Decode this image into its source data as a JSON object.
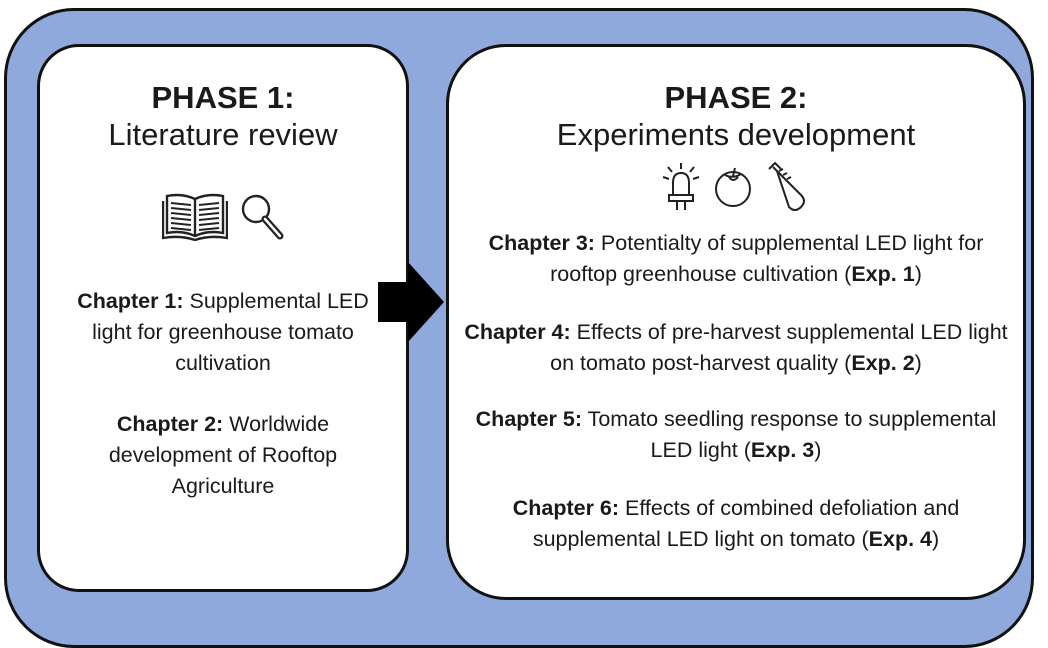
{
  "phase1": {
    "title": "PHASE 1:",
    "subtitle": "Literature review",
    "icons": [
      "book-icon",
      "magnifier-icon"
    ],
    "chapters": [
      {
        "label": "Chapter 1:",
        "text": " Supplemental LED light for greenhouse tomato cultivation"
      },
      {
        "label": "Chapter 2:",
        "text": " Worldwide development of Rooftop Agriculture"
      }
    ]
  },
  "phase2": {
    "title": "PHASE 2:",
    "subtitle": "Experiments development",
    "icons": [
      "led-bulb-icon",
      "tomato-icon",
      "test-tube-icon"
    ],
    "chapters": [
      {
        "label": "Chapter 3:",
        "text": " Potentialty of supplemental LED light for rooftop greenhouse cultivation (",
        "exp": "Exp. 1",
        "end": ")"
      },
      {
        "label": "Chapter 4:",
        "text": " Effects of pre-harvest supplemental LED light on tomato post-harvest quality (",
        "exp": "Exp. 2",
        "end": ")"
      },
      {
        "label": "Chapter 5:",
        "text": " Tomato seedling response to supplemental LED light (",
        "exp": "Exp. 3",
        "end": ")"
      },
      {
        "label": "Chapter 6:",
        "text": " Effects of combined defoliation and supplemental LED light on tomato (",
        "exp": "Exp. 4",
        "end": ")"
      }
    ]
  },
  "colors": {
    "background": "#8fa9dc",
    "panel": "#ffffff",
    "border": "#111111"
  }
}
